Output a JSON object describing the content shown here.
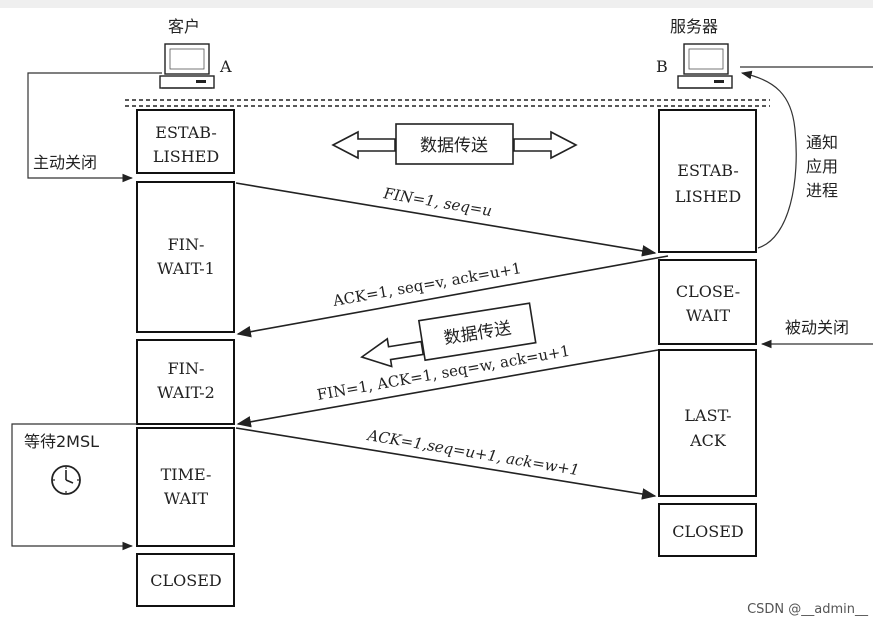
{
  "hosts": {
    "client_label": "客户",
    "client_letter": "A",
    "server_label": "服务器",
    "server_letter": "B"
  },
  "client_states": {
    "established": [
      "ESTAB-",
      "LISHED"
    ],
    "fin_wait_1": [
      "FIN-",
      "WAIT-1"
    ],
    "fin_wait_2": [
      "FIN-",
      "WAIT-2"
    ],
    "time_wait": [
      "TIME-",
      "WAIT"
    ],
    "closed": "CLOSED"
  },
  "server_states": {
    "established": [
      "ESTAB-",
      "LISHED"
    ],
    "close_wait": [
      "CLOSE-",
      "WAIT"
    ],
    "last_ack": [
      "LAST-",
      "ACK"
    ],
    "closed": "CLOSED"
  },
  "messages": {
    "fin1": "FIN=1, seq=u",
    "ack1": "ACK=1, seq=v, ack=u+1",
    "fin2": "FIN=1, ACK=1, seq=w, ack=u+1",
    "ack2": "ACK=1,seq=u+1, ack=w+1"
  },
  "data_transfer": {
    "both": "数据传送",
    "server_to_client": "数据传送"
  },
  "annotations": {
    "active_close": "主动关闭",
    "passive_close": "被动关闭",
    "notify_app": [
      "通知",
      "应用",
      "进程"
    ],
    "wait_2msl": "等待2MSL"
  },
  "watermark": "CSDN @__admin__"
}
